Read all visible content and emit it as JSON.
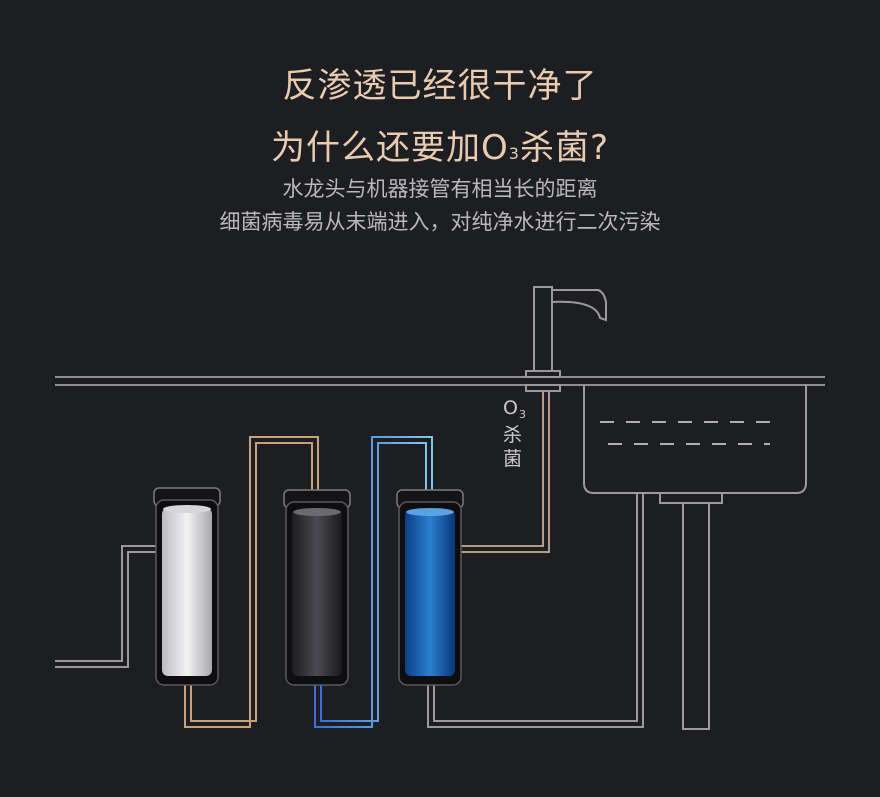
{
  "headline": {
    "line1": "反渗透已经很干净了",
    "line2_prefix": "为什么还要加",
    "line2_o": "O",
    "line2_sub": "3",
    "line2_suffix": "杀菌?"
  },
  "subtitle": {
    "line1": "水龙头与机器接管有相当长的距离",
    "line2": "细菌病毒易从末端进入，对纯净水进行二次污染"
  },
  "diagram_label": {
    "o": "O",
    "sub": "3",
    "line1": "杀",
    "line2": "菌"
  },
  "colors": {
    "background": "#1d1e22",
    "headline": "#e8cbb0",
    "pipe_gray": "#9a9a9e",
    "pipe_gold": "#c7a27a",
    "pipe_blue": "#6fb7e0",
    "filter_white": "#e6e6e8",
    "filter_black": "#2c2c30",
    "filter_blue": "#1a5fb0"
  }
}
